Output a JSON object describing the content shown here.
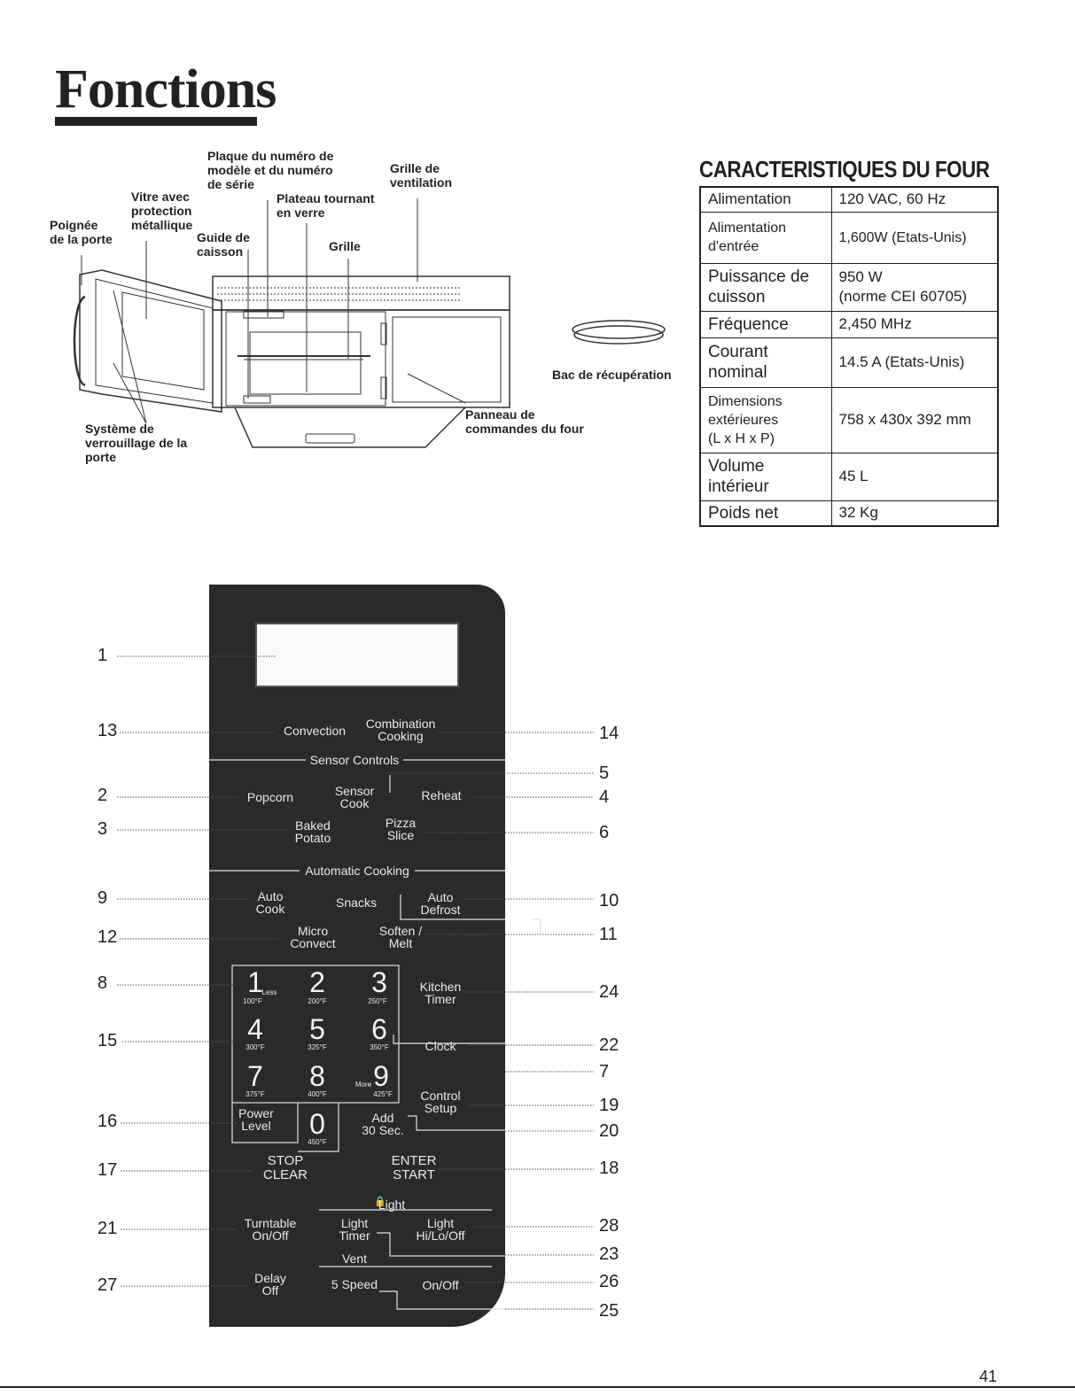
{
  "page": {
    "title": "Fonctions",
    "number": "41"
  },
  "diagram": {
    "labels": {
      "poignee": "Poignée\nde la porte",
      "vitre": "Vitre avec\nprotection\nmétallique",
      "plaque": "Plaque du numéro de\nmodèle et du numéro\nde série",
      "guide": "Guide de\ncaisson",
      "plateau": "Plateau tournant\nen verre",
      "grille_vent": "Grille de\nventilation",
      "grille": "Grille",
      "bac": "Bac de récupération",
      "panneau": "Panneau de\ncommandes du four",
      "systeme": "Système de\nverrouillage de la\nporte"
    }
  },
  "specs": {
    "title": "CARACTERISTIQUES DU FOUR",
    "rows": [
      {
        "key": "Alimentation",
        "value": "120 VAC, 60 Hz"
      },
      {
        "key": "Alimentation\nd'entrée",
        "value": "1,600W (Etats-Unis)"
      },
      {
        "key": "Puissance de\ncuisson",
        "value": "950 W\n(norme CEI 60705)"
      },
      {
        "key": "Fréquence",
        "value": "2,450 MHz"
      },
      {
        "key": "Courant\nnominal",
        "value": "14.5 A (Etats-Unis)"
      },
      {
        "key": "Dimensions\nextérieures\n(L x H x P)",
        "value": "758 x 430x 392 mm"
      },
      {
        "key": "Volume\nintérieur",
        "value": "45 L"
      },
      {
        "key": "Poids net",
        "value": "32 Kg"
      }
    ]
  },
  "panel": {
    "keys": {
      "convection": "Convection",
      "combination": "Combination\nCooking",
      "sensor_controls": "Sensor Controls",
      "popcorn": "Popcorn",
      "sensor_cook": "Sensor\nCook",
      "reheat": "Reheat",
      "baked_potato": "Baked\nPotato",
      "pizza_slice": "Pizza\nSlice",
      "automatic_cooking": "Automatic Cooking",
      "auto_cook": "Auto\nCook",
      "snacks": "Snacks",
      "auto_defrost": "Auto\nDefrost",
      "micro_convect": "Micro\nConvect",
      "soften_melt": "Soften /\nMelt",
      "kitchen_timer": "Kitchen\nTimer",
      "clock": "Clock",
      "control_setup": "Control\nSetup",
      "power_level": "Power\nLevel",
      "add_30": "Add\n30 Sec.",
      "stop": "STOP",
      "clear": "CLEAR",
      "enter": "ENTER",
      "start": "START",
      "light": "Light",
      "turntable": "Turntable\nOn/Off",
      "light_timer": "Light\nTimer",
      "light_hilo": "Light\nHi/Lo/Off",
      "vent": "Vent",
      "delay_off": "Delay\nOff",
      "five_speed": "5 Speed",
      "vent_onoff": "On/Off"
    },
    "digits": [
      {
        "d": "1",
        "sub": "100°F",
        "extra": "Less"
      },
      {
        "d": "2",
        "sub": "200°F",
        "extra": ""
      },
      {
        "d": "3",
        "sub": "250°F",
        "extra": ""
      },
      {
        "d": "4",
        "sub": "300°F",
        "extra": ""
      },
      {
        "d": "5",
        "sub": "325°F",
        "extra": ""
      },
      {
        "d": "6",
        "sub": "350°F",
        "extra": ""
      },
      {
        "d": "7",
        "sub": "375°F",
        "extra": ""
      },
      {
        "d": "8",
        "sub": "400°F",
        "extra": ""
      },
      {
        "d": "9",
        "sub": "425°F",
        "extra": "More"
      },
      {
        "d": "0",
        "sub": "450°F",
        "extra": ""
      }
    ],
    "callouts": {
      "n1": "1",
      "n13": "13",
      "n14": "14",
      "n5": "5",
      "n2": "2",
      "n4": "4",
      "n3": "3",
      "n6": "6",
      "n9": "9",
      "n10": "10",
      "n12": "12",
      "n11": "11",
      "n8": "8",
      "n24": "24",
      "n15": "15",
      "n22": "22",
      "n7": "7",
      "n19": "19",
      "n16": "16",
      "n20": "20",
      "n17": "17",
      "n18": "18",
      "n21": "21",
      "n28": "28",
      "n23": "23",
      "n27": "27",
      "n26": "26",
      "n25": "25"
    }
  }
}
